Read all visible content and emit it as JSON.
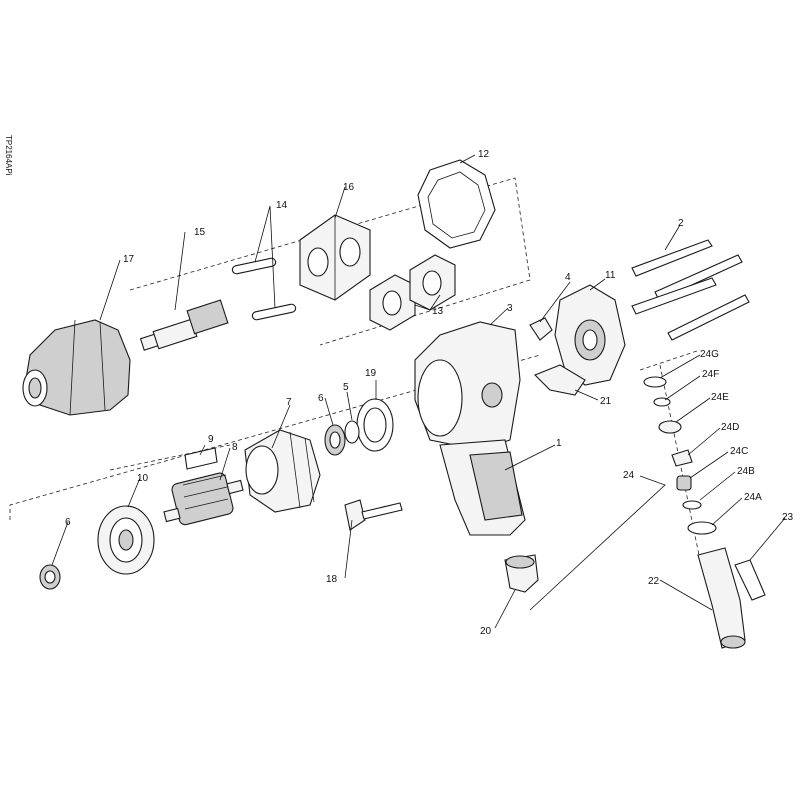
{
  "document": {
    "side_code": "TP2164APi"
  },
  "callouts": [
    {
      "id": "c1",
      "label": "1"
    },
    {
      "id": "c2",
      "label": "2"
    },
    {
      "id": "c3",
      "label": "3"
    },
    {
      "id": "c4",
      "label": "4"
    },
    {
      "id": "c5",
      "label": "5"
    },
    {
      "id": "c6a",
      "label": "6"
    },
    {
      "id": "c6b",
      "label": "6"
    },
    {
      "id": "c7",
      "label": "7"
    },
    {
      "id": "c8",
      "label": "8"
    },
    {
      "id": "c9",
      "label": "9"
    },
    {
      "id": "c10",
      "label": "10"
    },
    {
      "id": "c11",
      "label": "11"
    },
    {
      "id": "c12",
      "label": "12"
    },
    {
      "id": "c13",
      "label": "13"
    },
    {
      "id": "c14",
      "label": "14"
    },
    {
      "id": "c15",
      "label": "15"
    },
    {
      "id": "c16",
      "label": "16"
    },
    {
      "id": "c17",
      "label": "17"
    },
    {
      "id": "c18",
      "label": "18"
    },
    {
      "id": "c19",
      "label": "19"
    },
    {
      "id": "c20",
      "label": "20"
    },
    {
      "id": "c21",
      "label": "21"
    },
    {
      "id": "c22",
      "label": "22"
    },
    {
      "id": "c23",
      "label": "23"
    },
    {
      "id": "c24",
      "label": "24"
    },
    {
      "id": "c24A",
      "label": "24A"
    },
    {
      "id": "c24B",
      "label": "24B"
    },
    {
      "id": "c24C",
      "label": "24C"
    },
    {
      "id": "c24D",
      "label": "24D"
    },
    {
      "id": "c24E",
      "label": "24E"
    },
    {
      "id": "c24F",
      "label": "24F"
    },
    {
      "id": "c24G",
      "label": "24G"
    }
  ],
  "colors": {
    "line": "#1a1a1a",
    "fill": "#f4f4f4",
    "shade": "#cfcfcf"
  }
}
